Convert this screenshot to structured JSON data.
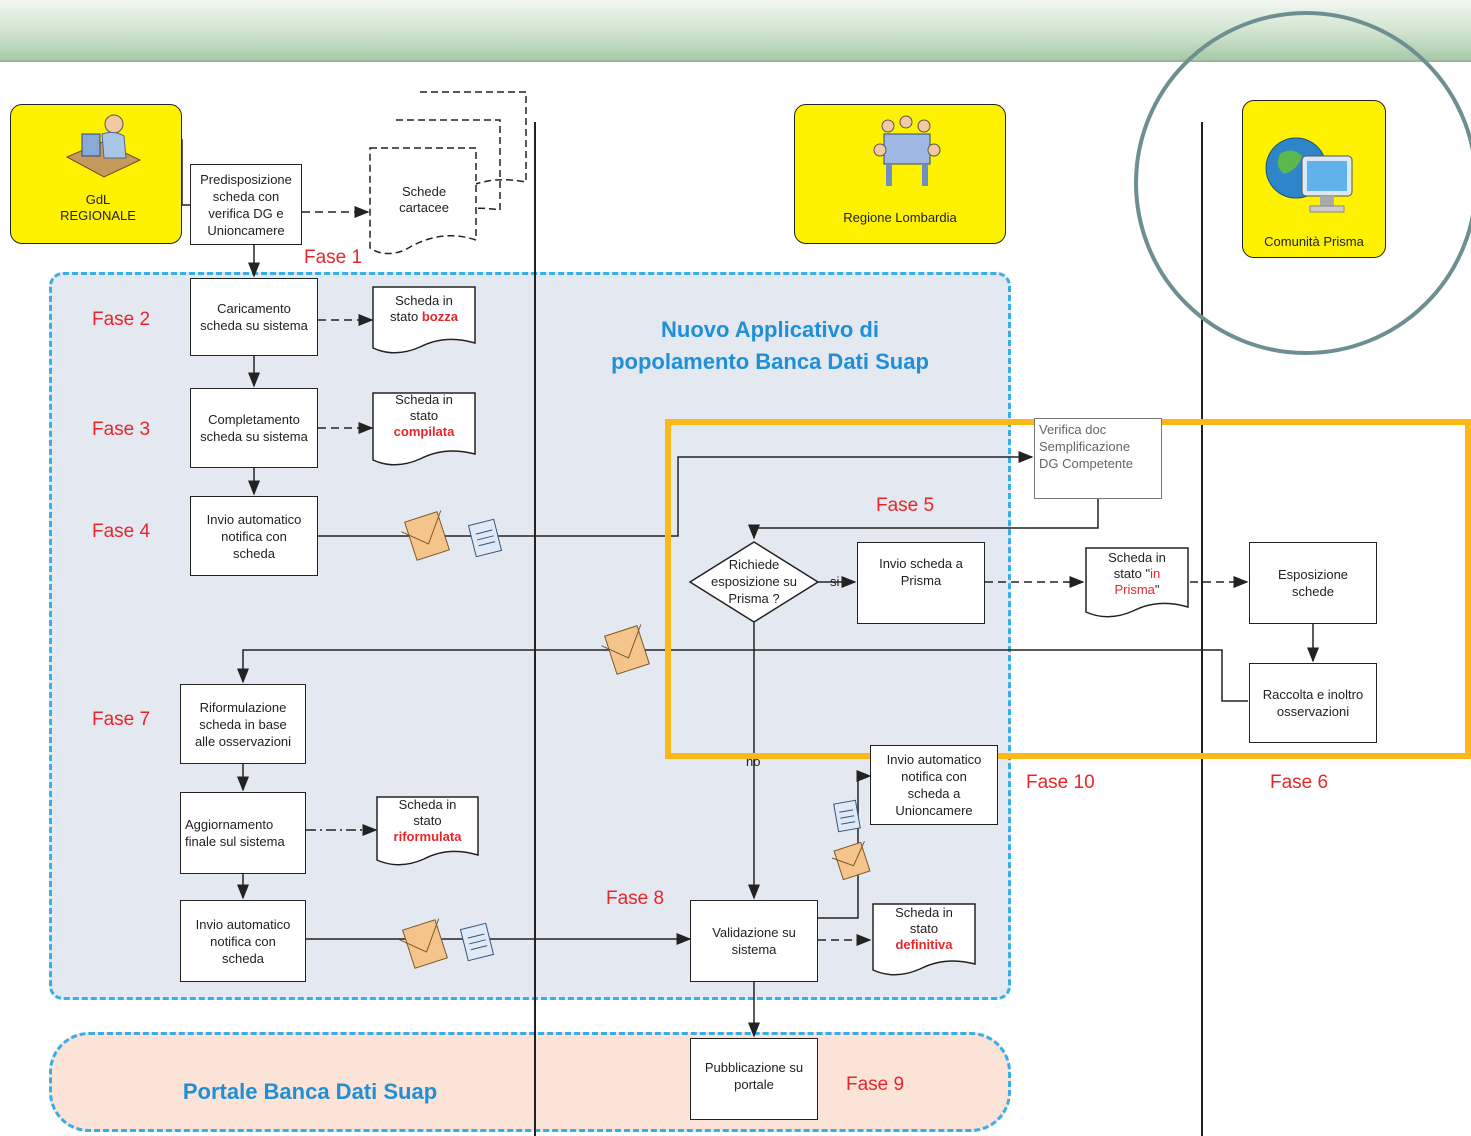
{
  "actors": {
    "gdl": "GdL\nREGIONALE",
    "regione": "Regione Lombardia",
    "prisma": "Comunità Prisma"
  },
  "lanes": {
    "nuovo_applicativo": "Nuovo Applicativo di\npopolamento Banca Dati Suap",
    "portale": "Portale Banca Dati Suap"
  },
  "phases": {
    "f1": "Fase 1",
    "f2": "Fase 2",
    "f3": "Fase 3",
    "f4": "Fase 4",
    "f5": "Fase 5",
    "f6": "Fase 6",
    "f7": "Fase 7",
    "f8": "Fase 8",
    "f9": "Fase 9",
    "f10": "Fase 10"
  },
  "processes": {
    "predisposizione": "Predisposizione\nscheda con\nverifica DG e\nUnioncamere",
    "caricamento": "Caricamento\nscheda su sistema",
    "completamento": "Completamento\nscheda su sistema",
    "invio1": "Invio automatico\nnotifica con\nscheda",
    "verifica": "Verifica doc\nSemplificazione\nDG Competente",
    "invio_prisma": "Invio scheda a\nPrisma",
    "esposizione": "Esposizione\nschede",
    "raccolta": "Raccolta e inoltro\nosservazioni",
    "riformulazione": "Riformulazione\nscheda in base\nalle osservazioni",
    "aggiornamento": "Aggiornamento\nfinale sul sistema",
    "invio2": "Invio automatico\nnotifica con\nscheda",
    "invio_union": "Invio automatico\nnotifica con\nscheda a\nUnioncamere",
    "validazione": "Validazione  su\nsistema",
    "pubblicazione": "Pubblicazione su\nportale"
  },
  "decision": {
    "text": "Richiede\nesposizione su\nPrisma ?",
    "yes": "si",
    "no": "no"
  },
  "documents": {
    "cartacee": "Schede\ncartacee",
    "bozza": {
      "prefix": "Scheda in\nstato",
      "state": "bozza"
    },
    "compilata": {
      "prefix": "Scheda in\nstato",
      "state": "compilata"
    },
    "in_prisma": {
      "prefix": "Scheda in\nstato \"",
      "state": "in\nPrisma",
      "suffix": "\""
    },
    "riformulata": {
      "prefix": "Scheda in\nstato",
      "state": "riformulata"
    },
    "definitiva": {
      "prefix": "Scheda in\nstato",
      "state": "definitiva"
    }
  },
  "colors": {
    "actor_fill": "#fff200",
    "lane_fill": "#e3e8f1",
    "lane_border": "#38aee6",
    "portal_fill": "#fbe3d7",
    "phase_text": "#e8262a",
    "highlight_rect": "#fbb917",
    "highlight_circle": "#6e8f91"
  }
}
